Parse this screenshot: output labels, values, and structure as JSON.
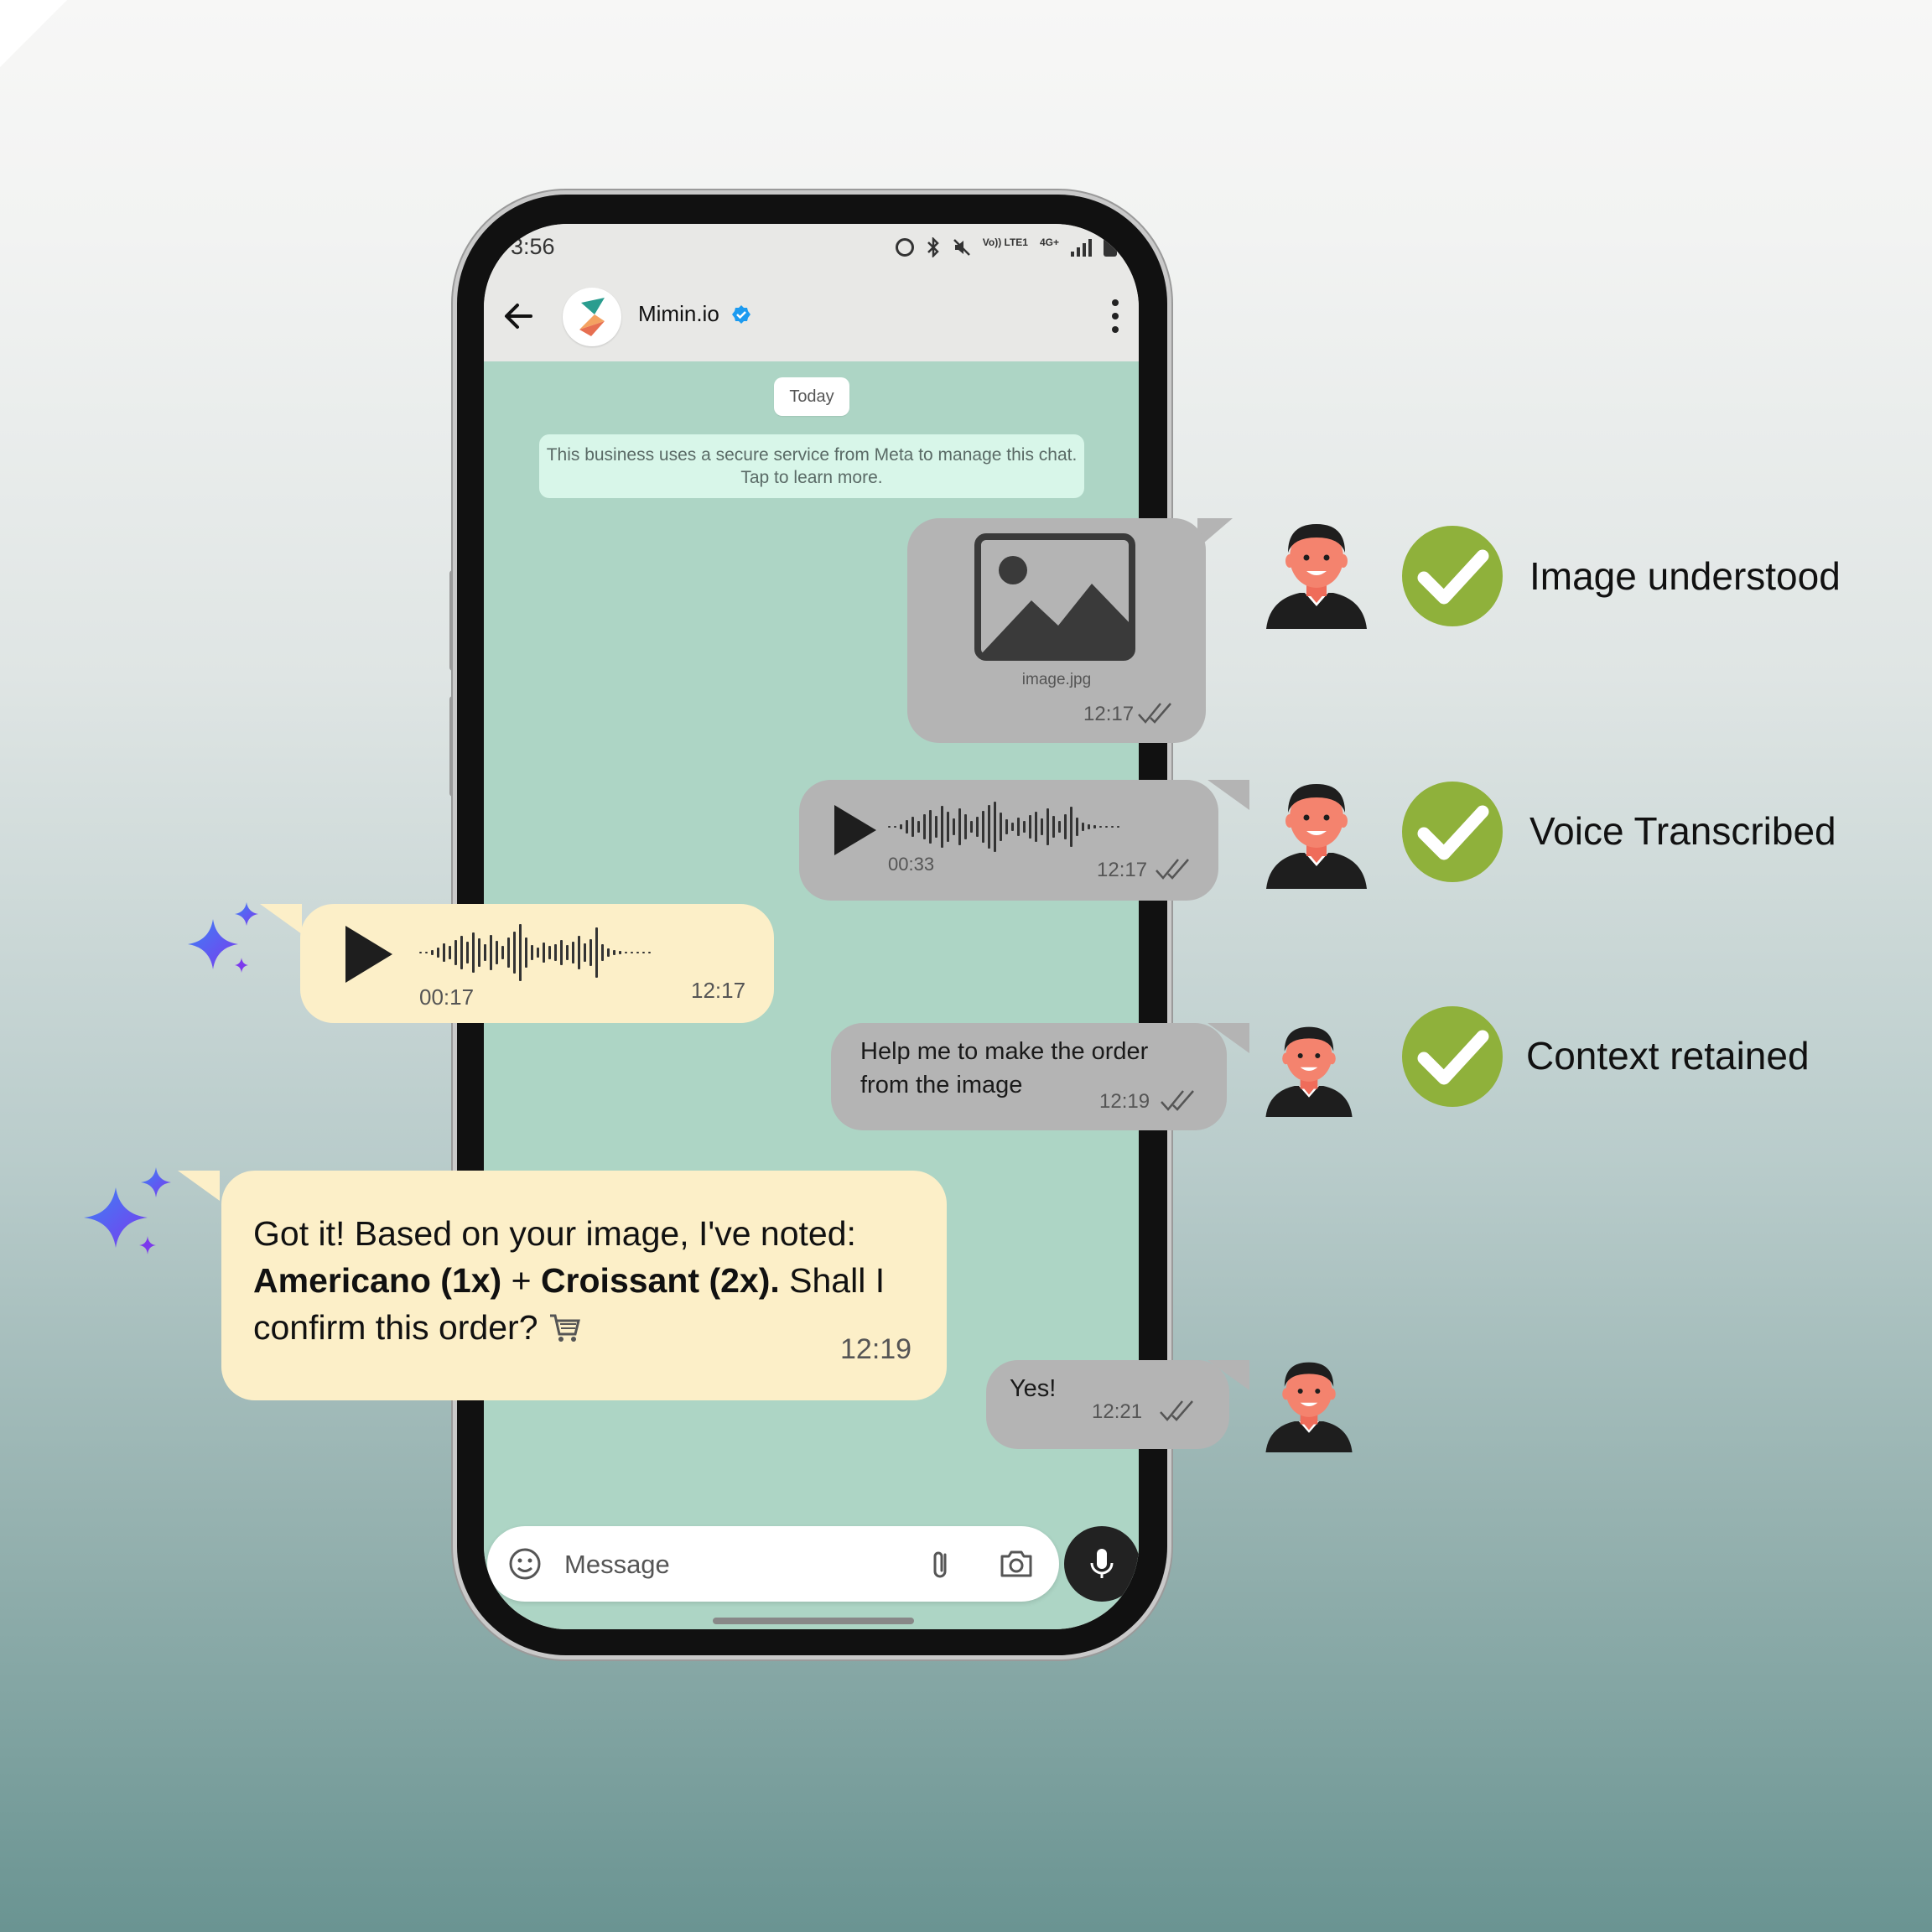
{
  "status_bar": {
    "time": "3:56",
    "network_label": "Vo)) LTE1",
    "network_type": "4G+"
  },
  "chat_header": {
    "contact_name": "Mimin.io",
    "verified": true
  },
  "chat": {
    "date_chip": "Today",
    "system_notice": "This business uses a secure service from Meta to manage this chat. Tap to learn more."
  },
  "messages": {
    "image_msg": {
      "filename": "image.jpg",
      "time": "12:17"
    },
    "voice_out": {
      "duration": "00:33",
      "time": "12:17"
    },
    "voice_in": {
      "duration": "00:17",
      "time": "12:17"
    },
    "text_out_1": {
      "line1": "Help me to make the order",
      "line2": "from the image",
      "time": "12:19"
    },
    "reply_in": {
      "line1": "Got it! Based on your image, I've noted:",
      "item1": "Americano (1x)",
      "plus": " + ",
      "item2": "Croissant (2x).",
      "after_items": " Shall I",
      "line3": "confirm this order?",
      "time": "12:19"
    },
    "text_out_2": {
      "text": "Yes!",
      "time": "12:21"
    }
  },
  "composer": {
    "placeholder": "Message"
  },
  "features": [
    {
      "label": "Image understood"
    },
    {
      "label": "Voice Transcribed"
    },
    {
      "label": "Context retained"
    }
  ],
  "colors": {
    "chat_bg": "#add5c5",
    "outgoing_bubble": "#b4b4b4",
    "bot_bubble": "#fcefc8",
    "check_green": "#8fb13b",
    "verified_blue": "#1d9bf0",
    "sparkle_blue": "#3b82f6",
    "sparkle_purple": "#7c3aed"
  },
  "icons": [
    "back-arrow-icon",
    "verified-badge-icon",
    "more-vert-icon",
    "image-placeholder-icon",
    "play-icon",
    "double-check-icon",
    "sticker-icon",
    "attach-icon",
    "camera-icon",
    "mic-icon",
    "sparkle-icon",
    "checkmark-icon",
    "person-avatar-icon",
    "cart-icon"
  ]
}
